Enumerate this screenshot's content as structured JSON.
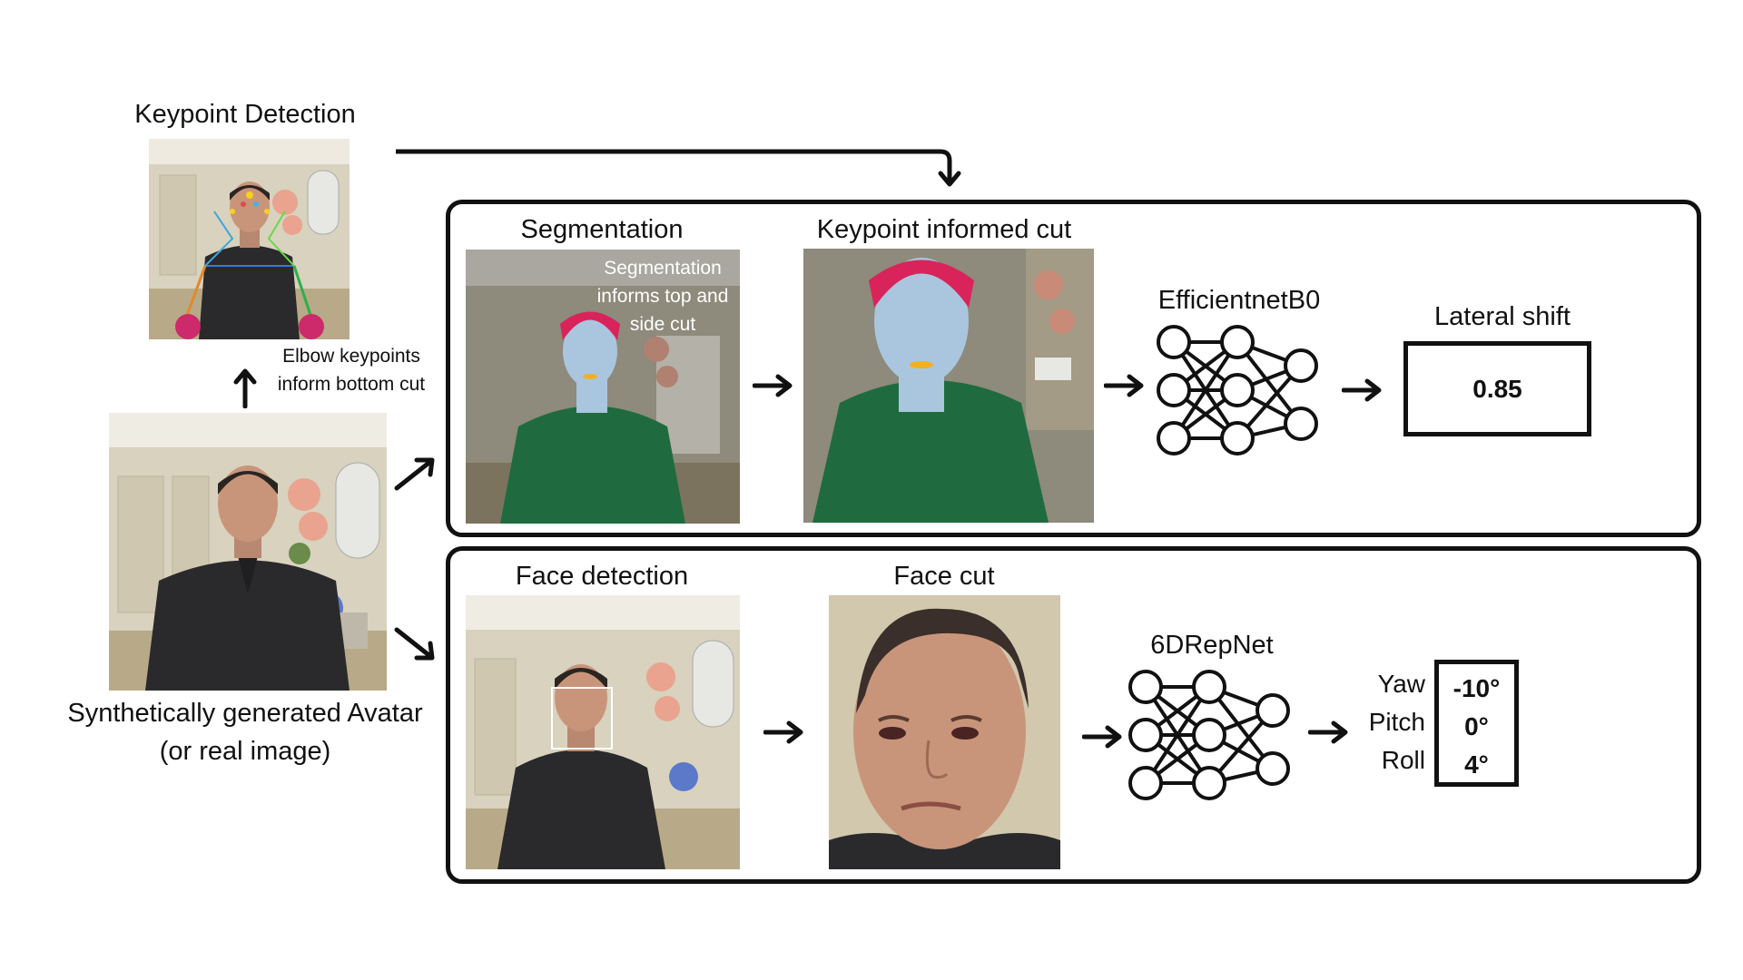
{
  "top": {
    "keypoint_detection_title": "Keypoint Detection",
    "elbow_note_line1": "Elbow keypoints",
    "elbow_note_line2": "inform bottom cut"
  },
  "input": {
    "caption_line1": "Synthetically generated Avatar",
    "caption_line2": "(or real image)"
  },
  "upper_pipeline": {
    "segmentation_title": "Segmentation",
    "segmentation_note_line1": "Segmentation",
    "segmentation_note_line2": "informs top and",
    "segmentation_note_line3": "side cut",
    "keypoint_cut_title": "Keypoint informed cut",
    "network_name": "EfficientnetB0",
    "output_title": "Lateral shift",
    "output_value": "0.85"
  },
  "lower_pipeline": {
    "face_detection_title": "Face detection",
    "face_cut_title": "Face cut",
    "network_name": "6DRepNet",
    "angles": [
      {
        "name": "Yaw",
        "value": "-10°"
      },
      {
        "name": "Pitch",
        "value": "0°"
      },
      {
        "name": "Roll",
        "value": "4°"
      }
    ]
  },
  "colors": {
    "hair_segment": "#d8245a",
    "face_segment": "#a9c6de",
    "body_segment": "#1f6b3f",
    "shirt": "#2a2a2c",
    "skin": "#c9957a",
    "room_wall": "#d8d2bf",
    "floor": "#b8aa88",
    "keypoint": "#cc2a6a",
    "face_box": "#ffffff"
  },
  "icons": [
    "arrow-right-icon",
    "arrow-up-icon",
    "arrow-diagonal-icon",
    "neural-network-icon"
  ]
}
